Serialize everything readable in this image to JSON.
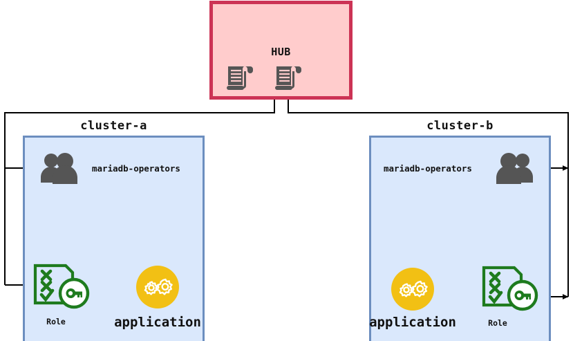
{
  "diagram": {
    "title": "multi-cluster-rbac-topology",
    "type": "architecture-diagram"
  },
  "hub": {
    "label": "HUB",
    "fill_color": "#ffcccc",
    "border_color": "#cc3355",
    "icons": [
      {
        "name": "manifest-scroll-icon-1",
        "semantic": "scroll-icon",
        "color": "#555555"
      },
      {
        "name": "manifest-scroll-icon-2",
        "semantic": "scroll-icon",
        "color": "#555555"
      }
    ]
  },
  "clusters": [
    {
      "id": "cluster-a",
      "label": "cluster-a",
      "fill_color": "#dae8fc",
      "border_color": "#6c8ebf",
      "orientation": "left",
      "operators": {
        "label": "mariadb-operators",
        "icon": "users-icon",
        "icon_color": "#555555"
      },
      "role": {
        "label": "Role",
        "icon": "role-key-checklist-icon",
        "icon_color": "#1e7b1e"
      },
      "application": {
        "label": "application",
        "icon": "gears-icon",
        "icon_color": "#f2c014",
        "gear_color": "#ffffff"
      }
    },
    {
      "id": "cluster-b",
      "label": "cluster-b",
      "fill_color": "#dae8fc",
      "border_color": "#6c8ebf",
      "orientation": "right",
      "operators": {
        "label": "mariadb-operators",
        "icon": "users-icon",
        "icon_color": "#555555"
      },
      "role": {
        "label": "Role",
        "icon": "role-key-checklist-icon",
        "icon_color": "#1e7b1e"
      },
      "application": {
        "label": "application",
        "icon": "gears-icon",
        "icon_color": "#f2c014",
        "gear_color": "#ffffff"
      }
    }
  ],
  "connections": {
    "line_color": "#000000",
    "arrow_color": "#000000",
    "edges": [
      {
        "name": "hub-to-cluster-a-operators",
        "from": "hub",
        "to": "cluster-a.operators"
      },
      {
        "name": "hub-to-cluster-a-role",
        "from": "hub",
        "to": "cluster-a.role"
      },
      {
        "name": "hub-to-cluster-b-operators",
        "from": "hub",
        "to": "cluster-b.operators"
      },
      {
        "name": "hub-to-cluster-b-role",
        "from": "hub",
        "to": "cluster-b.role"
      },
      {
        "name": "cluster-a-role-to-application",
        "from": "cluster-a.role",
        "to": "cluster-a.application"
      },
      {
        "name": "cluster-b-role-to-application",
        "from": "cluster-b.role",
        "to": "cluster-b.application"
      }
    ]
  }
}
